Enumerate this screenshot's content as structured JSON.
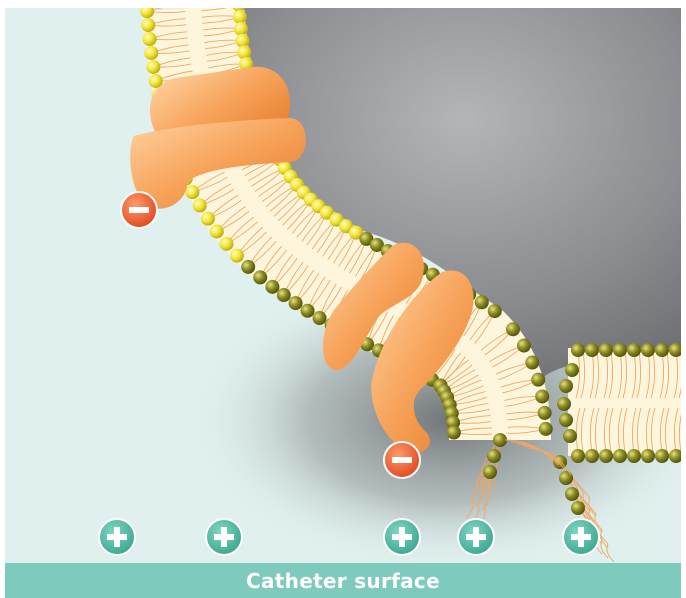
{
  "surface": {
    "label": "Catheter surface"
  },
  "charges": {
    "negative_symbol": "−",
    "positive_symbol": "+",
    "negative_count": 2,
    "positive_count": 5
  },
  "colors": {
    "background": "#dff0ee",
    "cell_interior": "#8a8c90",
    "membrane_core": "#fdf6dc",
    "head_bright": "#f5ea3a",
    "head_olive": "#7a7a1c",
    "protein": "#f7a35a",
    "negative_charge": "#e8552a",
    "positive_charge": "#4fb8a2",
    "surface_bar": "#7ecbbd"
  }
}
